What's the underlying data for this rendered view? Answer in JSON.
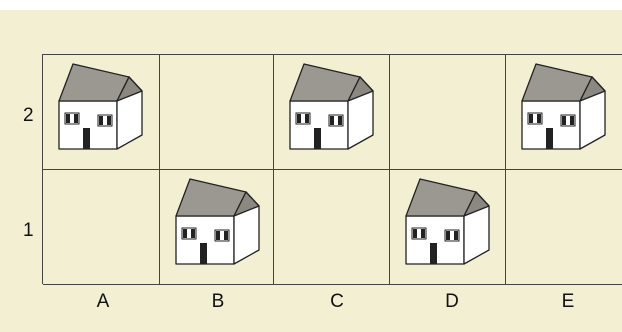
{
  "grid": {
    "rows": [
      "2",
      "1"
    ],
    "columns": [
      "A",
      "B",
      "C",
      "D",
      "E"
    ],
    "houses": [
      {
        "column": "A",
        "row": "2"
      },
      {
        "column": "C",
        "row": "2"
      },
      {
        "column": "E",
        "row": "2"
      },
      {
        "column": "B",
        "row": "1"
      },
      {
        "column": "D",
        "row": "1"
      }
    ]
  },
  "colors": {
    "background": "#f3efd2",
    "roof": "#9a9891",
    "wall": "#ffffff",
    "outline": "#222222",
    "door": "#222222"
  }
}
